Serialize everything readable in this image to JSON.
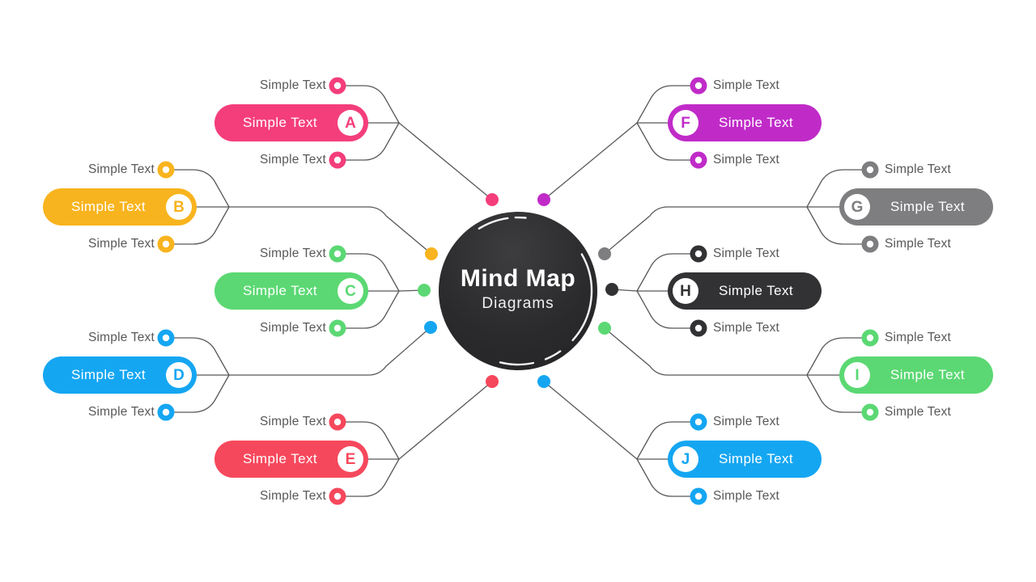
{
  "title": {
    "heading": "Mind Map",
    "subheading": "Diagrams"
  },
  "branches": [
    {
      "id": "A",
      "letter": "A",
      "label": "Simple Text",
      "color": "#F43E7C",
      "side": "left",
      "sub_items": [
        "Simple Text",
        "Simple Text"
      ]
    },
    {
      "id": "B",
      "letter": "B",
      "label": "Simple Text",
      "color": "#F8B41E",
      "side": "left",
      "sub_items": [
        "Simple Text",
        "Simple Text"
      ]
    },
    {
      "id": "C",
      "letter": "C",
      "label": "Simple Text",
      "color": "#5BD873",
      "side": "left",
      "sub_items": [
        "Simple Text",
        "Simple Text"
      ]
    },
    {
      "id": "D",
      "letter": "D",
      "label": "Simple Text",
      "color": "#15A6F2",
      "side": "left",
      "sub_items": [
        "Simple Text",
        "Simple Text"
      ]
    },
    {
      "id": "E",
      "letter": "E",
      "label": "Simple Text",
      "color": "#F6485C",
      "side": "left",
      "sub_items": [
        "Simple Text",
        "Simple Text"
      ]
    },
    {
      "id": "F",
      "letter": "F",
      "label": "Simple Text",
      "color": "#C02BC8",
      "side": "right",
      "sub_items": [
        "Simple Text",
        "Simple Text"
      ]
    },
    {
      "id": "G",
      "letter": "G",
      "label": "Simple Text",
      "color": "#7E7E80",
      "side": "right",
      "sub_items": [
        "Simple Text",
        "Simple Text"
      ]
    },
    {
      "id": "H",
      "letter": "H",
      "label": "Simple Text",
      "color": "#323234",
      "side": "right",
      "sub_items": [
        "Simple Text",
        "Simple Text"
      ]
    },
    {
      "id": "I",
      "letter": "I",
      "label": "Simple Text",
      "color": "#5BD873",
      "side": "right",
      "sub_items": [
        "Simple Text",
        "Simple Text"
      ]
    },
    {
      "id": "J",
      "letter": "J",
      "label": "Simple Text",
      "color": "#15A6F2",
      "side": "right",
      "sub_items": [
        "Simple Text",
        "Simple Text"
      ]
    }
  ],
  "styles": {
    "background": "#FFFFFF",
    "connector_color": "#58585A",
    "sub_label_color": "#58585A",
    "center_circle_color": "#2B2B2D",
    "center_text_color": "#FFFFFF"
  }
}
